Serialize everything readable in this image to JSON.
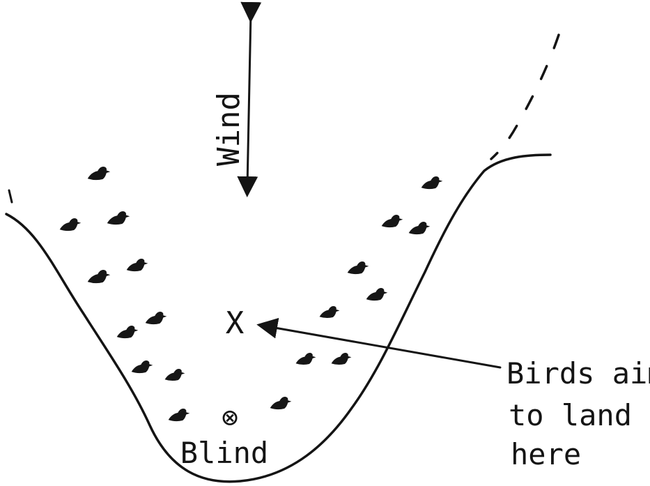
{
  "diagram": {
    "wind_label": "Wind",
    "landing_mark": "X",
    "blind_symbol": "⊗",
    "blind_label": "Blind",
    "caption_lines": [
      "Birds aim",
      "to land",
      "here"
    ]
  }
}
